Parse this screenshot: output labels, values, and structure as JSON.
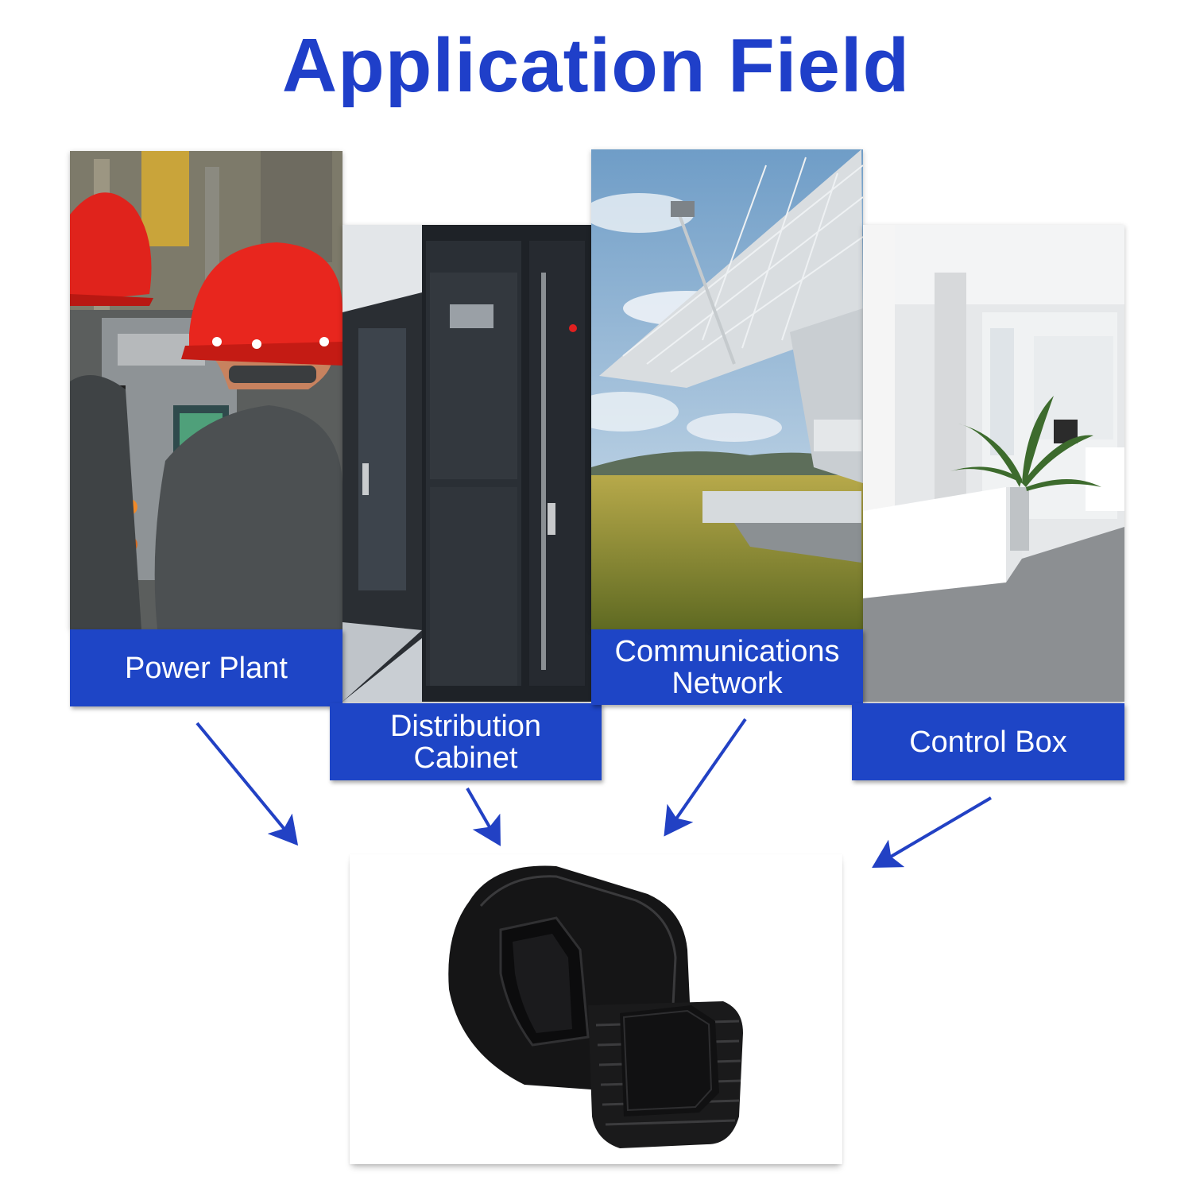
{
  "title": "Application Field",
  "fields": [
    {
      "label_line1": "Power Plant",
      "label_line2": "",
      "image": "workers in red hard hats at control panel"
    },
    {
      "label_line1": "Distribution",
      "label_line2": "Cabinet",
      "image": "server / distribution cabinets"
    },
    {
      "label_line1": "Communications",
      "label_line2": "Network",
      "image": "satellite dish over grassland"
    },
    {
      "label_line1": "Control Box",
      "label_line2": "",
      "image": "white office interior with plant"
    }
  ],
  "product": {
    "image": "black conduit cable connector fitting"
  },
  "colors": {
    "brand_blue": "#1e45c6",
    "title_blue": "#1f3fc9",
    "arrow_blue": "#2241c4"
  },
  "icons": [
    "arrow-icon"
  ]
}
